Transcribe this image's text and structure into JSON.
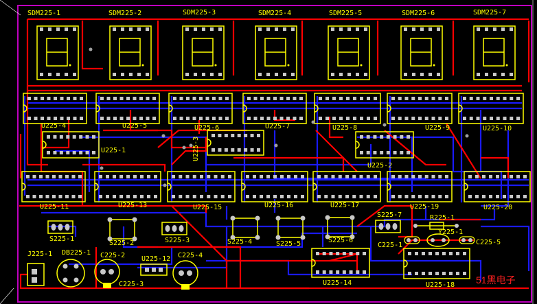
{
  "board": {
    "name": "pcb-layout-view",
    "colors": {
      "background": "#000000",
      "top_copper": "#ff0000",
      "bottom_copper": "#1a1aff",
      "silkscreen": "#ffff00",
      "pad": "#c8c8c8",
      "via": "#a0a0a0",
      "outline": "#c000c0",
      "grid_edge": "#ffffff"
    }
  },
  "displays": [
    "SDM225-1",
    "SDM225-2",
    "SDM225-3",
    "SDM225-4",
    "SDM225-5",
    "SDM225-6",
    "SDM225-7"
  ],
  "chips_row1": [
    "U225-4",
    "U225-5",
    "U225-6",
    "U225-7",
    "U225-8",
    "U225-9",
    "U225-10"
  ],
  "chips_mid": [
    "U225-1",
    "U225-3",
    "U225-2"
  ],
  "chips_row2": [
    "U225-11",
    "U225-13",
    "U225-15",
    "U225-16",
    "U225-17",
    "U225-19",
    "U225-20"
  ],
  "small_parts": {
    "s1": "S225-1",
    "s2": "S225-2",
    "s3": "S225-3",
    "s4": "S225-4",
    "s5": "S225-5",
    "s6": "S225-6",
    "s7": "S225-7",
    "r1": "R225-1",
    "y1": "Y225-1",
    "c1": "C225-1",
    "c2": "C225-2",
    "c3": "C225-3",
    "c4": "C225-4",
    "c5": "C225-5",
    "j1": "J225-1",
    "db1": "DB225-1",
    "u12": "U225-12",
    "u14": "U225-14",
    "u18": "U225-18"
  },
  "watermark": "51黑电子"
}
